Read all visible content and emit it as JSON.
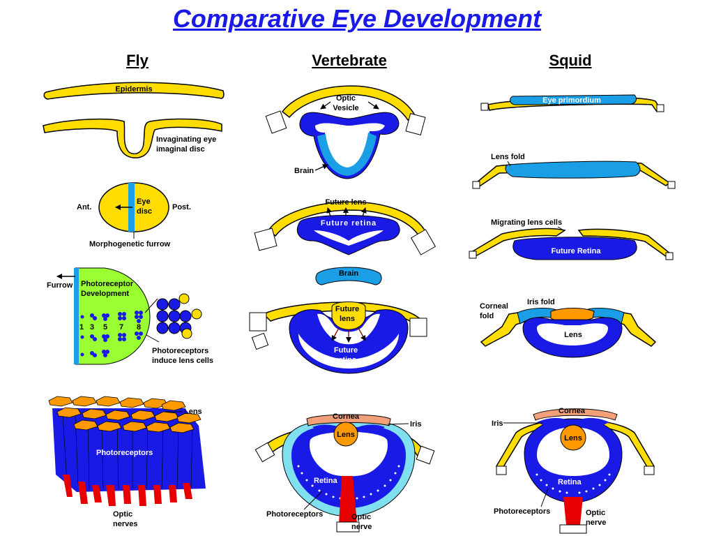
{
  "title": "Comparative Eye Development",
  "columns": {
    "fly": "Fly",
    "vertebrate": "Vertebrate",
    "squid": "Squid"
  },
  "fly": {
    "epidermis": "Epidermis",
    "invaginating": [
      "Invaginating eye",
      "imaginal disc"
    ],
    "ant": "Ant.",
    "post": "Post.",
    "eye_disc": [
      "Eye",
      "disc"
    ],
    "morphogenetic_furrow": "Morphogenetic furrow",
    "furrow": "Furrow",
    "photoreceptor_development": [
      "Photoreceptor",
      "Development"
    ],
    "cell_numbers": [
      "1",
      "3",
      "5",
      "7",
      "8"
    ],
    "induce": [
      "Photoreceptors",
      "induce lens cells"
    ],
    "lens": "Lens",
    "photoreceptors": "Photoreceptors",
    "optic_nerves": [
      "Optic",
      "nerves"
    ]
  },
  "vertebrate": {
    "optic_vesicle": [
      "Optic",
      "Vesicle"
    ],
    "brain": "Brain",
    "future_lens": "Future lens",
    "future_retina": "Future retina",
    "brain2": "Brain",
    "future_lens2": [
      "Future",
      "lens"
    ],
    "future_retina2": [
      "Future",
      "retina"
    ],
    "cornea": "Cornea",
    "iris": "Iris",
    "lens": "Lens",
    "retina": "Retina",
    "photoreceptors": "Photoreceptors",
    "optic_nerve": [
      "Optic",
      "nerve"
    ]
  },
  "squid": {
    "eye_primordium": "Eye primordium",
    "lens_fold": "Lens fold",
    "migrating": "Migrating lens cells",
    "future_retina": "Future Retina",
    "corneal_fold": [
      "Corneal",
      "fold"
    ],
    "iris_fold": "Iris fold",
    "lens": "Lens",
    "cornea": "Cornea",
    "iris": "Iris",
    "lens2": "Lens",
    "retina": "Retina",
    "photoreceptors": "Photoreceptors",
    "optic_nerve": [
      "Optic",
      "nerve"
    ]
  },
  "colors": {
    "yellow": "#ffdd00",
    "blue": "#1a1ae6",
    "lightblue": "#1a9ee6",
    "orange": "#ff9900",
    "red": "#e60000",
    "green": "#99ff33",
    "pink": "#f2a07a",
    "cyan": "#80e0f0"
  }
}
